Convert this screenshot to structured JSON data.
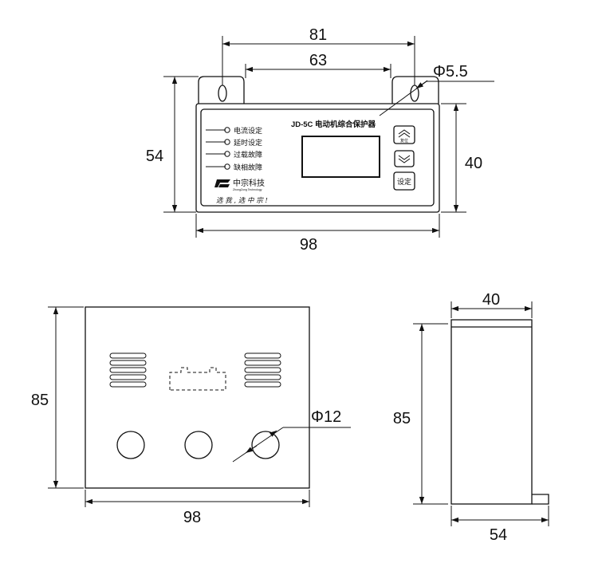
{
  "dimensions": {
    "top_width_81": "81",
    "top_width_63": "63",
    "hole_diameter": "Φ5.5",
    "front_height_54": "54",
    "panel_height_40": "40",
    "front_width_98": "98",
    "back_height_85": "85",
    "back_width_98": "98",
    "knockout_diameter": "Φ12",
    "side_width_40": "40",
    "side_height_85": "85",
    "side_base_54": "54"
  },
  "panel": {
    "title": "JD-5C 电动机综合保护器",
    "indicators": [
      "电流设定",
      "延时设定",
      "过载故障",
      "缺相故障"
    ],
    "logo": "中宗科技",
    "logo_sub": "ZhongZong Technology",
    "slogan": "选 我 , 选 中 宗 !",
    "buttons": {
      "up_label": "复位",
      "set_label": "设定"
    }
  }
}
